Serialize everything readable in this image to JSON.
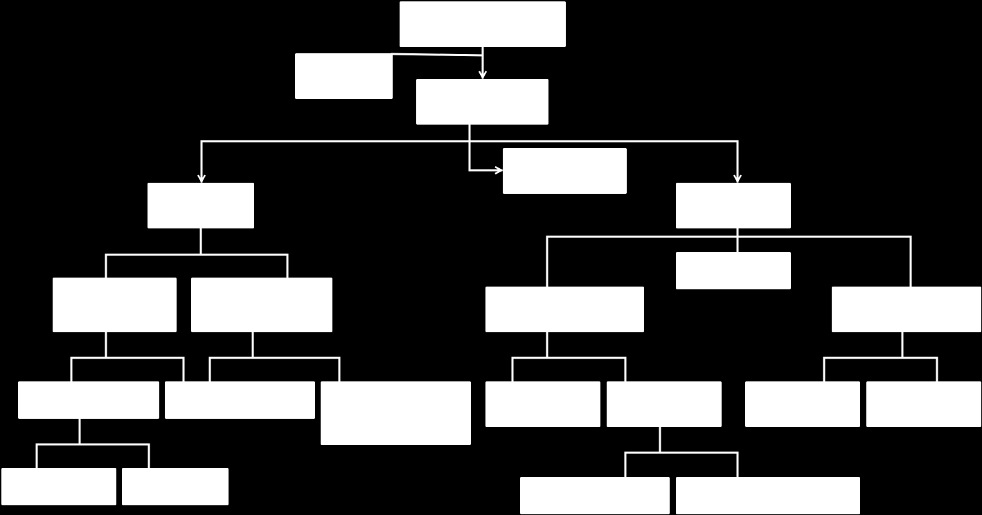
{
  "colors": {
    "background": "#000000",
    "node_fill": "#ffffff",
    "connector": "#ffffff"
  },
  "nodes": [
    {
      "id": "root",
      "label": ""
    },
    {
      "id": "side-note",
      "label": ""
    },
    {
      "id": "level1",
      "label": ""
    },
    {
      "id": "level2-center",
      "label": ""
    },
    {
      "id": "left-branch",
      "label": ""
    },
    {
      "id": "right-branch",
      "label": ""
    },
    {
      "id": "right-branch-note",
      "label": ""
    },
    {
      "id": "left-a",
      "label": ""
    },
    {
      "id": "left-b",
      "label": ""
    },
    {
      "id": "left-a-1",
      "label": ""
    },
    {
      "id": "left-a-2",
      "label": ""
    },
    {
      "id": "left-b-1",
      "label": ""
    },
    {
      "id": "left-a-1-i",
      "label": ""
    },
    {
      "id": "left-a-1-ii",
      "label": ""
    },
    {
      "id": "right-a",
      "label": ""
    },
    {
      "id": "right-b",
      "label": ""
    },
    {
      "id": "right-a-1",
      "label": ""
    },
    {
      "id": "right-a-2",
      "label": ""
    },
    {
      "id": "right-a-2-i",
      "label": ""
    },
    {
      "id": "right-a-2-ii",
      "label": ""
    },
    {
      "id": "right-b-1",
      "label": ""
    },
    {
      "id": "right-b-2",
      "label": ""
    }
  ]
}
